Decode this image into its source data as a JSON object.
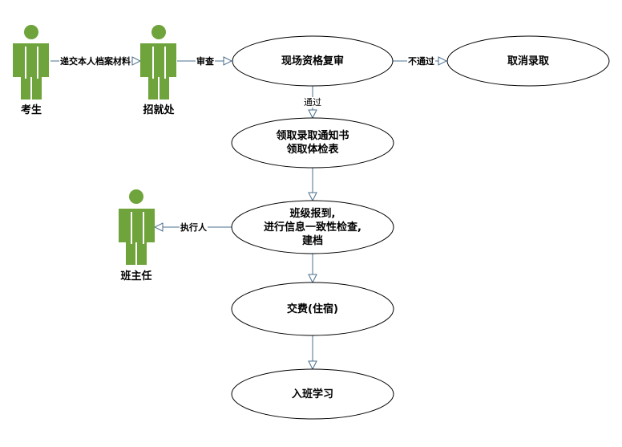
{
  "colors": {
    "actor": "#6fa33b",
    "line": "#4a6f8f",
    "ellipse_stroke": "#000000"
  },
  "actors": {
    "student": "考生",
    "admissions": "招就处",
    "head_teacher": "班主任"
  },
  "nodes": {
    "onsite_review": "现场资格复审",
    "cancel_admission": "取消录取",
    "get_notice_line1": "领取录取通知书",
    "get_notice_line2": "领取体检表",
    "class_report_line1": "班级报到,",
    "class_report_line2": "进行信息一致性检查,",
    "class_report_line3": "建档",
    "pay_fee": "交费(住宿)",
    "enter_class": "入班学习"
  },
  "edges": {
    "submit_files": "递交本人档案材料",
    "review": "审查",
    "not_pass": "不通过",
    "pass": "通过",
    "executor": "执行人"
  }
}
